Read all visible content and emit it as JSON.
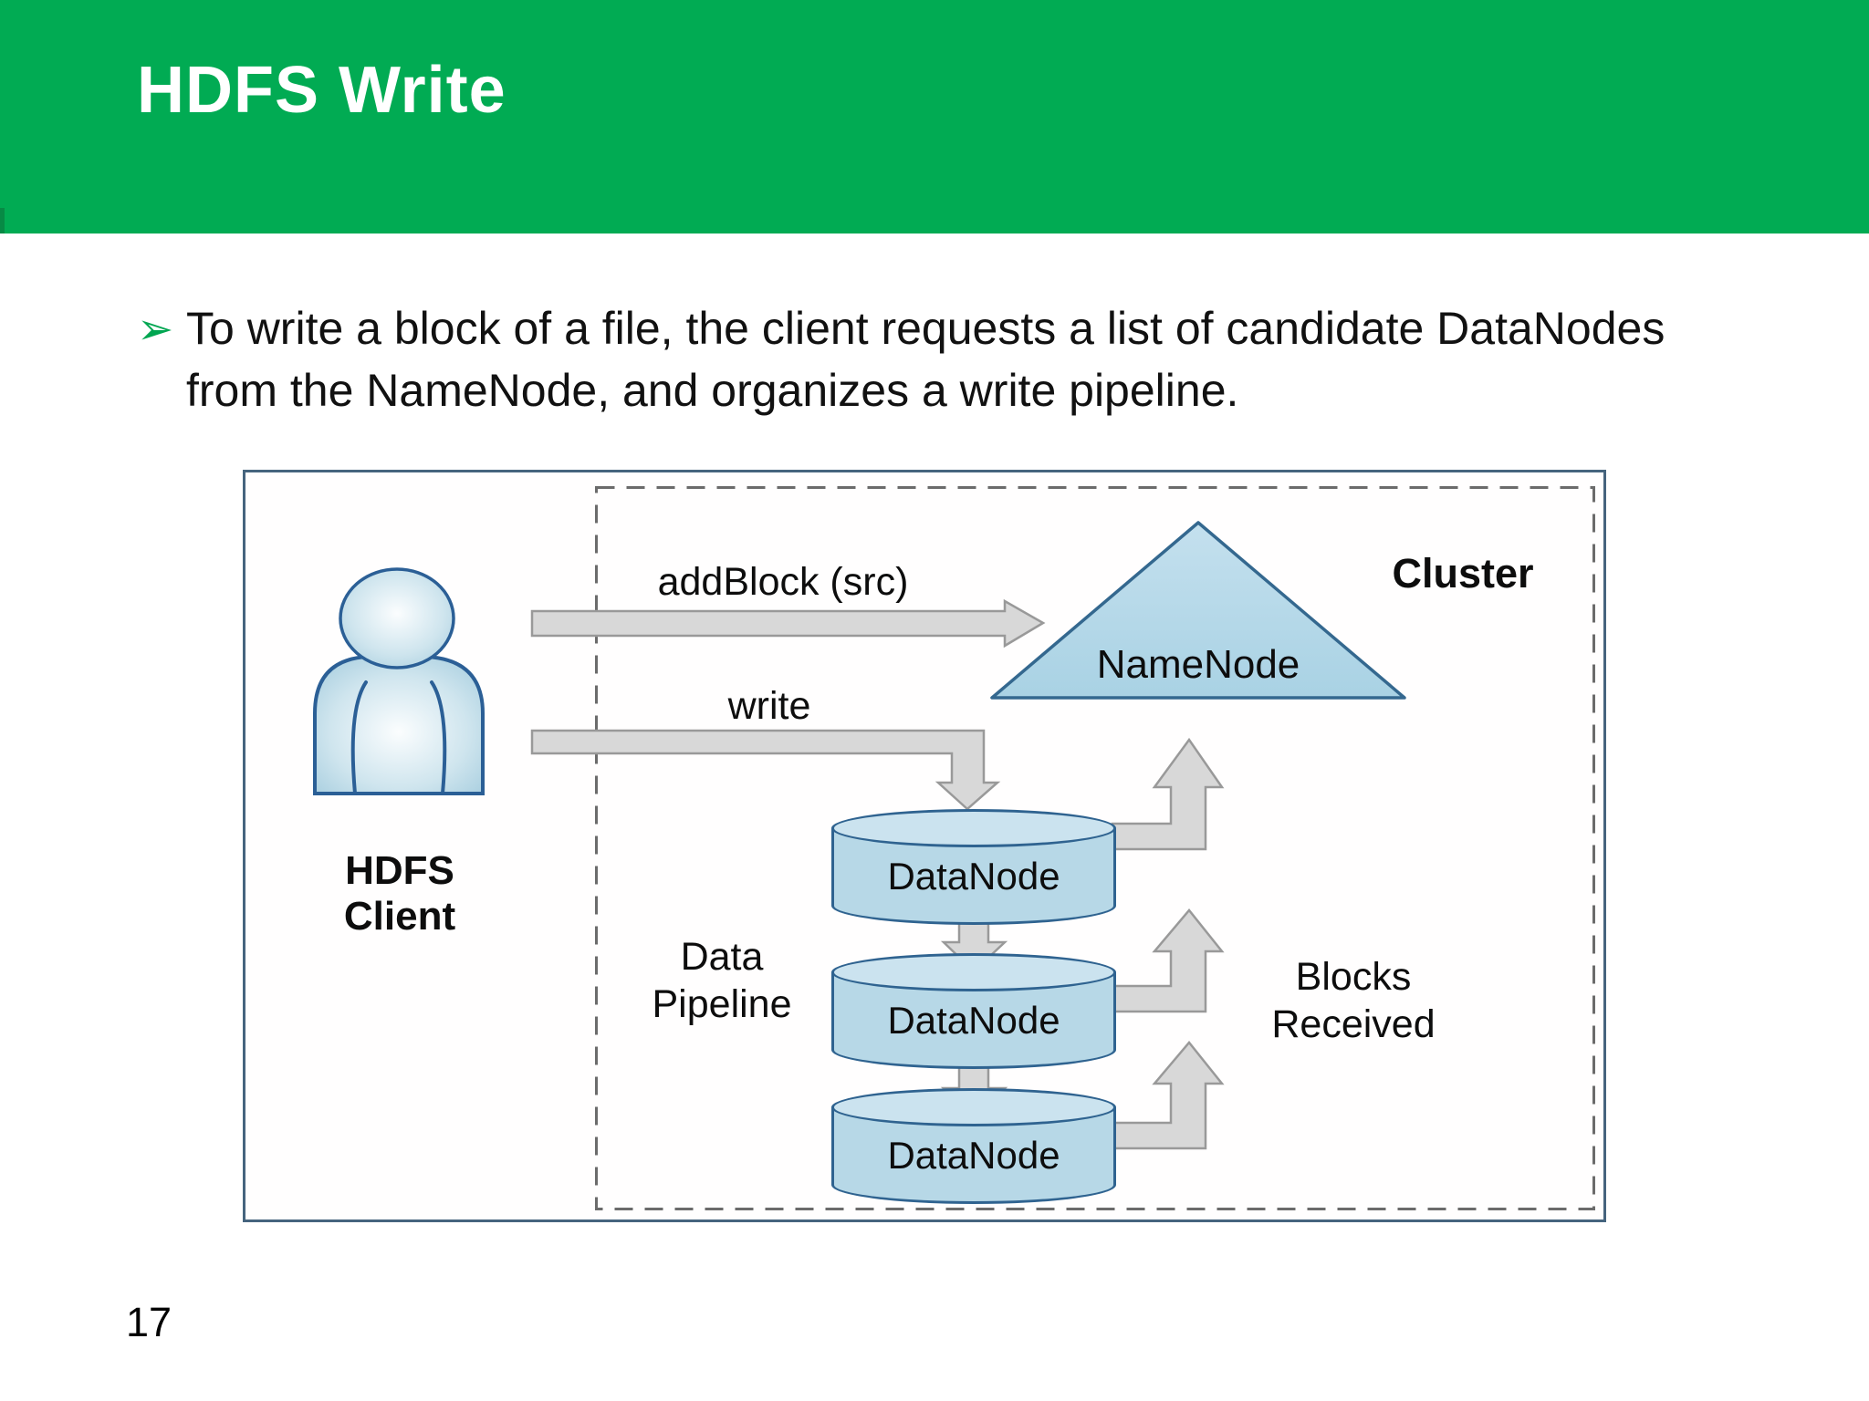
{
  "header": {
    "title": "HDFS Write"
  },
  "bullet": {
    "marker": "➢",
    "lines": [
      "To write a block of a file, the client requests a list of candidate DataNodes",
      "from the NameNode, and organizes a write pipeline."
    ]
  },
  "diagram": {
    "cluster_label": "Cluster",
    "client_label": "HDFS Client",
    "namenode_label": "NameNode",
    "datanodes": [
      "DataNode",
      "DataNode",
      "DataNode"
    ],
    "arrow_labels": {
      "addblock": "addBlock (src)",
      "write": "write"
    },
    "side_labels": {
      "data_pipeline": [
        "Data",
        "Pipeline"
      ],
      "blocks_received": [
        "Blocks",
        "Received"
      ]
    }
  },
  "footer": {
    "page_number": "17"
  },
  "colors": {
    "header_green": "#01ab53",
    "header_green_dark": "#078a45",
    "bullet_green": "#00a651",
    "text_black": "#111111",
    "box_border": "#46647e",
    "dashed_border": "#6b6b6b",
    "arrow_fill": "#d8d8d8",
    "arrow_border": "#999999",
    "node_fill": "#b7d8e7",
    "node_fill_light": "#cbe3ef",
    "node_border": "#2f6390"
  }
}
